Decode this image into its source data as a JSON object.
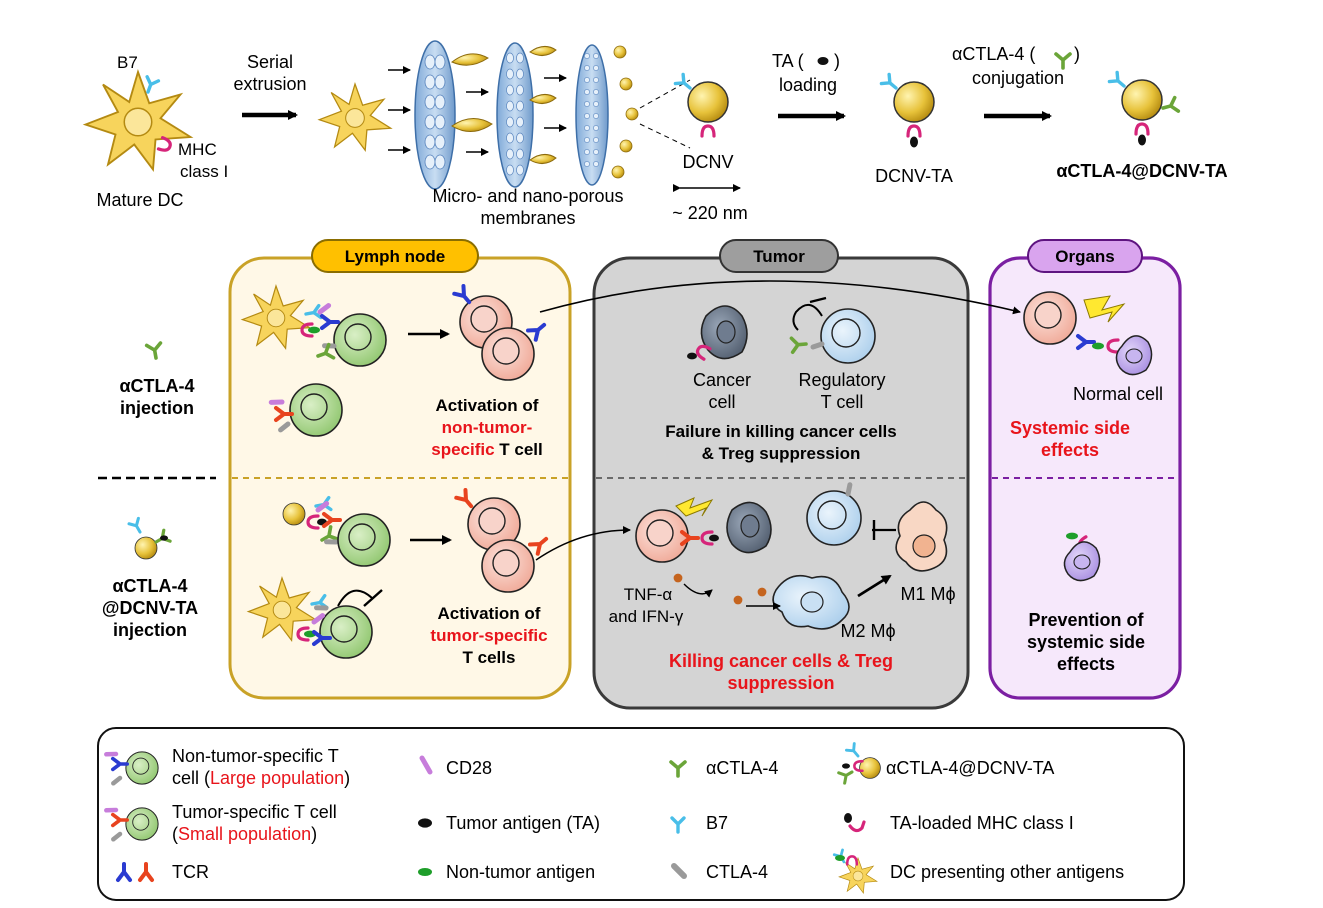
{
  "top": {
    "b7": "B7",
    "mhc_line1": "MHC",
    "mhc_line2": "class I",
    "mature_dc": "Mature DC",
    "serial_1": "Serial",
    "serial_2": "extrusion",
    "membranes_1": "Micro- and nano-porous",
    "membranes_2": "membranes",
    "dcnv": "DCNV",
    "size": "~ 220 nm",
    "ta_loading_1": "TA (",
    "ta_loading_2": ")",
    "ta_loading_3": "loading",
    "dcnv_ta": "DCNV-TA",
    "actla4_conj_1": "αCTLA-4 (",
    "actla4_conj_2": ")",
    "actla4_conj_3": "conjugation",
    "final_product": "αCTLA-4@DCNV-TA"
  },
  "panels": {
    "lymph_node": "Lymph node",
    "tumor": "Tumor",
    "organs": "Organs"
  },
  "left": {
    "row1_1": "αCTLA-4",
    "row1_2": "injection",
    "row2_1": "αCTLA-4",
    "row2_2": "@DCNV-TA",
    "row2_3": "injection"
  },
  "lymph": {
    "top_1": "Activation of",
    "top_2": "non-tumor-",
    "top_3a": "specific",
    "top_3b": " T cell",
    "bot_1": "Activation of",
    "bot_2": "tumor-specific",
    "bot_3": "T cells"
  },
  "tumor": {
    "cancer_1": "Cancer",
    "cancer_2": "cell",
    "treg_1": "Regulatory",
    "treg_2": "T cell",
    "fail_1": "Failure in killing cancer cells",
    "fail_2": "& Treg suppression",
    "tnf": "TNF-α",
    "ifn": "and IFN-γ",
    "m1": "M1 Mϕ",
    "m2": "M2 Mϕ",
    "kill_1": "Killing cancer cells & Treg",
    "kill_2": "suppression"
  },
  "organs": {
    "normal": "Normal cell",
    "side_1": "Systemic side",
    "side_2": "effects",
    "prev_1": "Prevention of",
    "prev_2": "systemic side",
    "prev_3": "effects"
  },
  "legend": {
    "ntst_1": "Non-tumor-specific T",
    "ntst_2a": "cell (",
    "ntst_2b": "Large population",
    "ntst_2c": ")",
    "tst_1": "Tumor-specific T cell",
    "tst_2a": "(",
    "tst_2b": "Small population",
    "tst_2c": ")",
    "tcr": "TCR",
    "cd28": "CD28",
    "ta": "Tumor antigen (TA)",
    "nta": "Non-tumor antigen",
    "actla4": "αCTLA-4",
    "b7": "B7",
    "ctla4": "CTLA-4",
    "product": "αCTLA-4@DCNV-TA",
    "ta_mhc": "TA-loaded MHC class I",
    "dc_other": "DC presenting other antigens"
  },
  "colors": {
    "lymph_border": "#C9A227",
    "lymph_fill": "#FFF8E7",
    "lymph_label": "#FFC000",
    "tumor_border": "#3A3A3A",
    "tumor_fill": "#D4D4D4",
    "tumor_label": "#9E9E9E",
    "organs_border": "#7B1FA2",
    "organs_fill": "#F6E8FB",
    "organs_label": "#D9A4EE",
    "highlight_red": "#E8141B",
    "dc_yellow": "#F6D25B",
    "t_cell_green": "#A9D08E",
    "t_cell_pink": "#F4B9AE",
    "b7_cyan": "#49BEE8",
    "cd28_purple": "#C77DDB",
    "actla4_green": "#6BA539",
    "mhc_magenta": "#D6257A",
    "tcr_blue": "#2A3BD1",
    "tcr_red": "#E8431E"
  }
}
